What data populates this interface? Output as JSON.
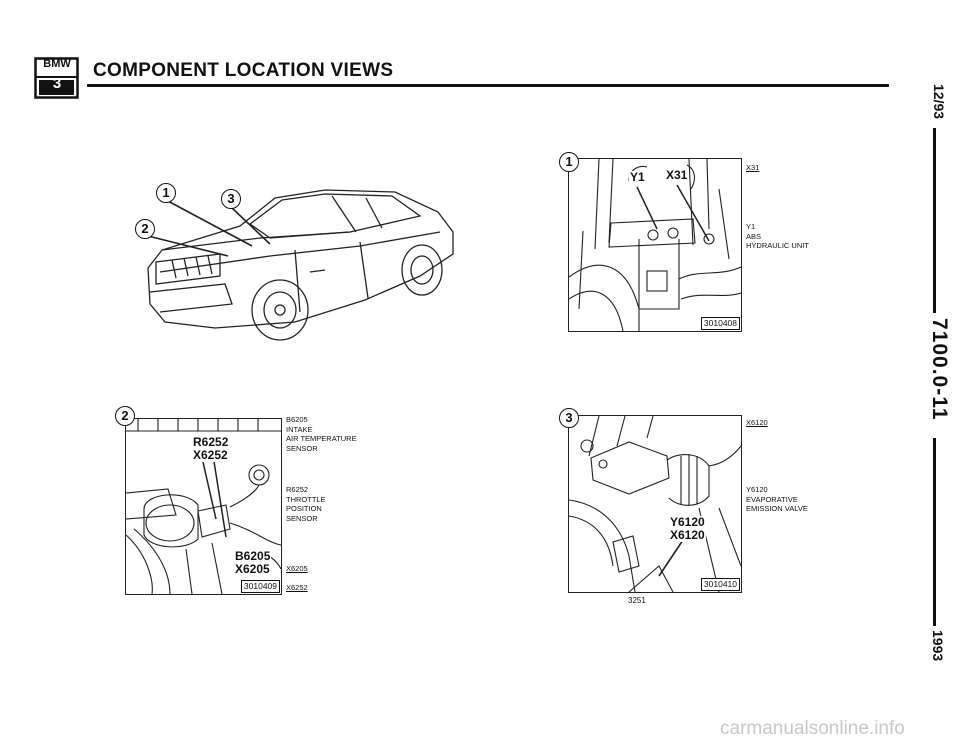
{
  "header": {
    "logo_top": "BMW",
    "logo_bottom": "3",
    "title": "COMPONENT LOCATION VIEWS"
  },
  "side_strip": {
    "date": "12/93",
    "code": "7100.0-11",
    "year": "1993"
  },
  "car_view": {
    "callouts": [
      "1",
      "3",
      "2"
    ]
  },
  "figure1": {
    "circle": "1",
    "labels": [
      "Y1",
      "X31"
    ],
    "fig_code": "3010408",
    "legend": [
      {
        "lines": [
          "X31"
        ],
        "underline": true
      },
      {
        "lines": [
          "Y1",
          "ABS",
          "HYDRAULIC UNIT"
        ],
        "underline": false
      }
    ]
  },
  "figure2": {
    "circle": "2",
    "labels": [
      "R6252",
      "X6252",
      "B6205",
      "X6205"
    ],
    "fig_code": "3010409",
    "legend": [
      {
        "lines": [
          "B6205",
          "INTAKE",
          "AIR TEMPERATURE",
          "SENSOR"
        ],
        "underline": false
      },
      {
        "lines": [
          "R6252",
          "THROTTLE",
          "POSITION",
          "SENSOR"
        ],
        "underline": false
      },
      {
        "lines": [
          "X6205"
        ],
        "underline": true
      },
      {
        "lines": [
          "X6252"
        ],
        "underline": true
      }
    ]
  },
  "figure3": {
    "circle": "3",
    "labels": [
      "Y6120",
      "X6120"
    ],
    "fig_code": "3010410",
    "legend": [
      {
        "lines": [
          "X6120"
        ],
        "underline": true
      },
      {
        "lines": [
          "Y6120",
          "EVAPORATIVE",
          "EMISSION VALVE"
        ],
        "underline": false
      }
    ]
  },
  "footer": {
    "page_number": "3251",
    "watermark": "carmanualsonline.info"
  }
}
